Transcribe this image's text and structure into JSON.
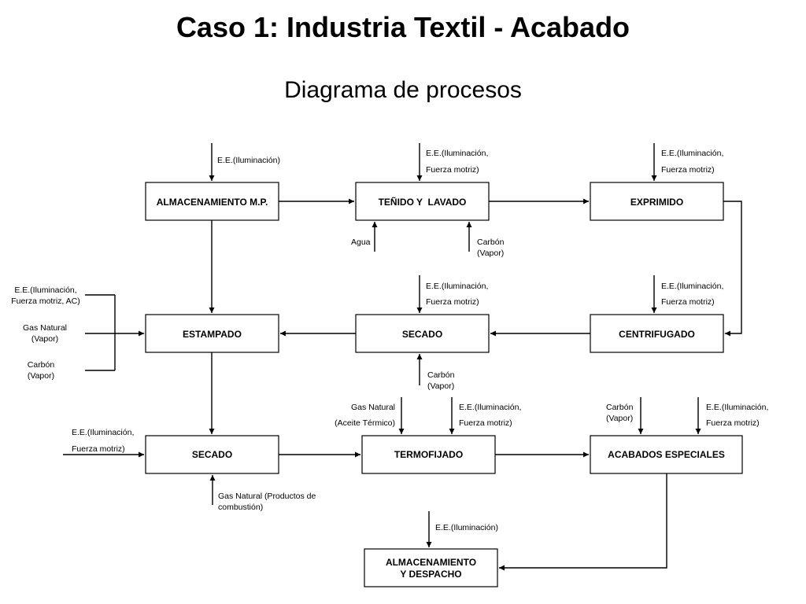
{
  "title": "Caso 1: Industria Textil - Acabado",
  "subtitle": "Diagrama de procesos",
  "boxes": {
    "almacenamiento_mp": "ALMACENAMIENTO M.P.",
    "tenido_lavado": "TEÑIDO Y  LAVADO",
    "exprimido": "EXPRIMIDO",
    "estampado": "ESTAMPADO",
    "secado_1": "SECADO",
    "centrifugado": "CENTRIFUGADO",
    "secado_2": "SECADO",
    "termofijado": "TERMOFIJADO",
    "acabados_especiales": "ACABADOS ESPECIALES",
    "almacenamiento_despacho": [
      "ALMACENAMIENTO",
      "Y DESPACHO"
    ]
  },
  "inputs": {
    "almacenamiento_ee": [
      "E.E.(Iluminación)"
    ],
    "tenido_ee": [
      "E.E.(Iluminación,",
      "Fuerza motriz)"
    ],
    "exprimido_ee": [
      "E.E.(Iluminación,",
      "Fuerza motriz)"
    ],
    "agua": [
      "Agua"
    ],
    "tenido_carbon": [
      "Carbón",
      "(Vapor)"
    ],
    "estampado_ee": [
      "E.E.(Iluminación,",
      "Fuerza motriz, AC)"
    ],
    "estampado_gas": [
      "Gas Natural",
      "(Vapor)"
    ],
    "estampado_carbon": [
      "Carbón",
      "(Vapor)"
    ],
    "secado1_ee": [
      "E.E.(Iluminación,",
      "Fuerza motriz)"
    ],
    "centrifugado_ee": [
      "E.E.(Iluminación,",
      "Fuerza motriz)"
    ],
    "secado1_carbon": [
      "Carbón",
      "(Vapor)"
    ],
    "secado2_ee": [
      "E.E.(Iluminación,",
      "Fuerza motriz)"
    ],
    "secado2_gas": [
      "Gas Natural (Productos de",
      "combustión)"
    ],
    "termofijado_gas": [
      "Gas Natural",
      "(Aceite Térmico)"
    ],
    "termofijado_ee": [
      "E.E.(Iluminación,",
      "Fuerza motriz)"
    ],
    "acabados_carbon": [
      "Carbón",
      "(Vapor)"
    ],
    "acabados_ee": [
      "E.E.(Iluminación,",
      "Fuerza motriz)"
    ],
    "despacho_ee": [
      "E.E.(Iluminación)"
    ]
  }
}
